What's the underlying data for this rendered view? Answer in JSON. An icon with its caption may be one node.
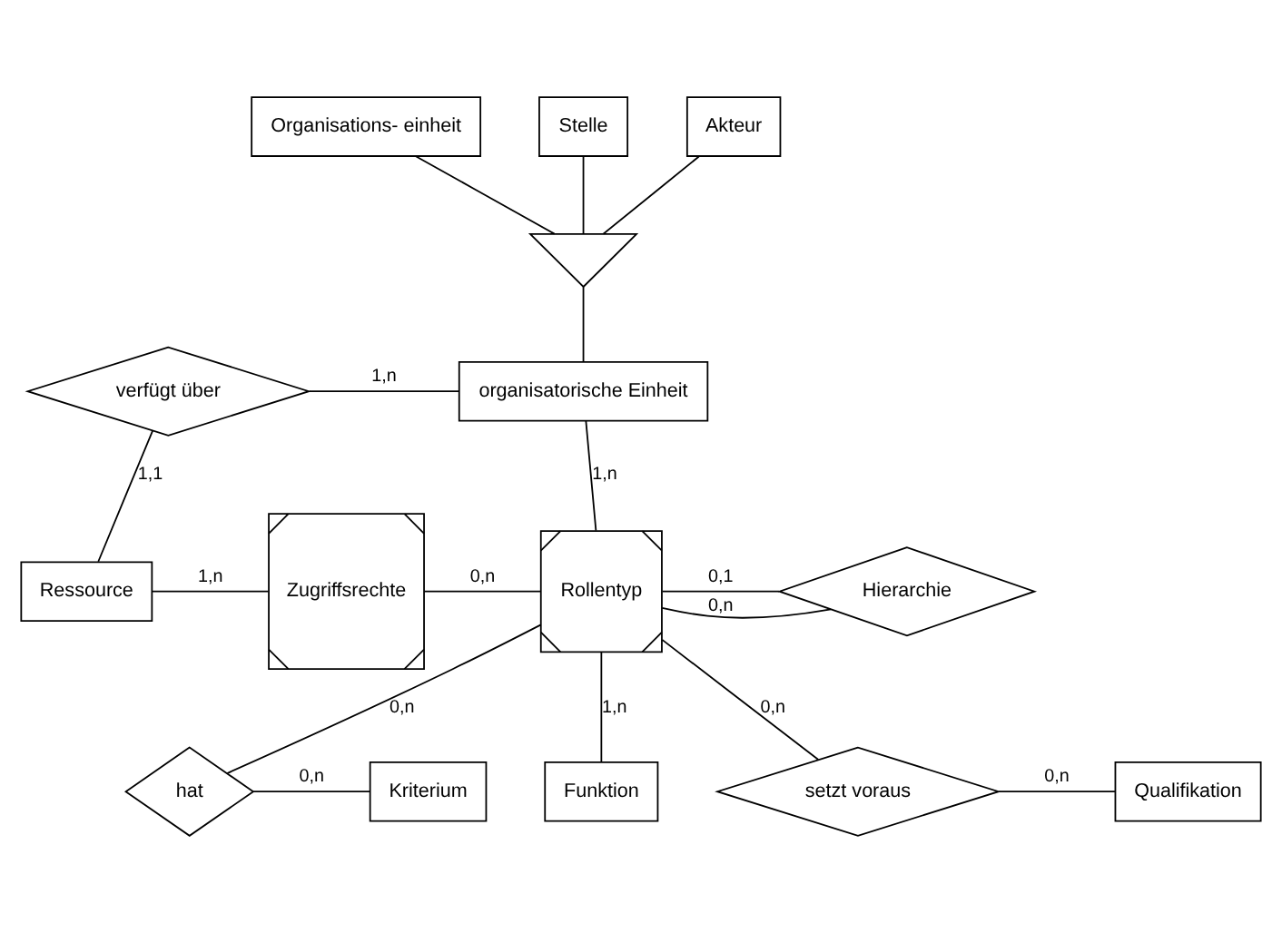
{
  "diagram": {
    "nodes": [
      {
        "text": [
          "Organisations- einheit"
        ]
      },
      {
        "text": [
          "Stelle"
        ]
      },
      {
        "text": [
          "Akteur"
        ]
      },
      {
        "text": [],
        "shape": "triangle"
      },
      {
        "text": [
          "verfügt über"
        ]
      },
      {
        "text": [
          "organisatorische Einheit"
        ]
      },
      {
        "text": [
          "Ressource"
        ]
      },
      {
        "text": [
          "Zugriffsrechte"
        ]
      },
      {
        "text": [
          "Rollentyp"
        ]
      },
      {
        "text": [
          "Hierarchie"
        ]
      },
      {
        "text": [
          "hat"
        ]
      },
      {
        "text": [
          "Kriterium"
        ]
      },
      {
        "text": [
          "Funktion"
        ]
      },
      {
        "text": [
          "setzt voraus"
        ]
      },
      {
        "text": [
          "Qualifikation"
        ]
      }
    ],
    "edges": [
      {
        "from": 0,
        "to": 3,
        "arrow": "none"
      },
      {
        "from": 1,
        "to": 3,
        "arrow": "none"
      },
      {
        "from": 2,
        "to": 3,
        "arrow": "none"
      },
      {
        "from": 3,
        "to": 5,
        "arrow": "none"
      },
      {
        "from": 4,
        "to": 5,
        "arrow": "none",
        "label": "1,n"
      },
      {
        "from": 4,
        "to": 6,
        "arrow": "none",
        "label": "1,1"
      },
      {
        "from": 6,
        "to": 7,
        "arrow": "none",
        "label": "1,n"
      },
      {
        "from": 7,
        "to": 8,
        "arrow": "none",
        "label": "0,n"
      },
      {
        "from": 5,
        "to": 8,
        "arrow": "none",
        "label": "1,n"
      },
      {
        "from": 8,
        "to": 9,
        "arrow": "none",
        "label": "0,1"
      },
      {
        "from": 8,
        "to": 9,
        "arrow": "none",
        "label": "0,n"
      },
      {
        "from": 8,
        "to": 10,
        "arrow": "none",
        "label": "0,n"
      },
      {
        "from": 10,
        "to": 11,
        "arrow": "none",
        "label": "0,n"
      },
      {
        "from": 8,
        "to": 12,
        "arrow": "none",
        "label": "1,n"
      },
      {
        "from": 8,
        "to": 13,
        "arrow": "none",
        "label": "0,n"
      },
      {
        "from": 13,
        "to": 14,
        "arrow": "none",
        "label": "0,n"
      }
    ]
  }
}
